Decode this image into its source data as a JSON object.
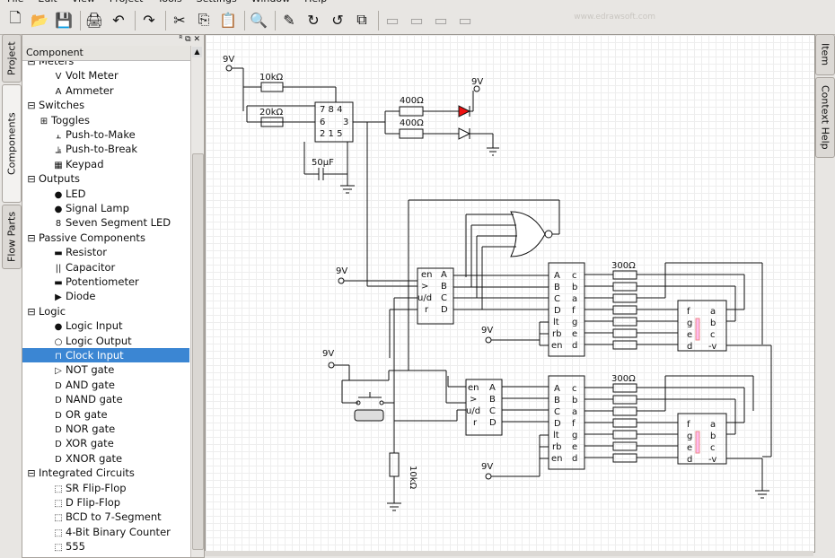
{
  "menu": [
    "File",
    "Edit",
    "View",
    "Project",
    "Tools",
    "Settings",
    "Window",
    "Help"
  ],
  "watermark": "www.edrawsoft.com",
  "toolbar": {
    "icons": [
      "new-icon",
      "open-icon",
      "save-icon",
      "print-icon",
      "undo-icon",
      "redo-icon",
      "cut-icon",
      "copy-icon",
      "paste-icon",
      "zoom-icon",
      "pencil-icon",
      "rotate-cw-icon",
      "rotate-ccw-icon",
      "resize-icon",
      "disabled-a-icon",
      "disabled-b-icon",
      "disabled-c-icon",
      "disabled-d-icon"
    ]
  },
  "left_tabs": [
    "Project",
    "Components",
    "Flow Parts"
  ],
  "right_tabs": [
    "Item",
    "Context Help"
  ],
  "panel": {
    "title": "Component",
    "controls": "ᴿ ⧉ ✕"
  },
  "tree": [
    {
      "type": "cat",
      "label": "Meters"
    },
    {
      "type": "item",
      "label": "Volt Meter",
      "icon": "V"
    },
    {
      "type": "item",
      "label": "Ammeter",
      "icon": "A"
    },
    {
      "type": "cat",
      "label": "Switches"
    },
    {
      "type": "sub",
      "label": "Toggles"
    },
    {
      "type": "item",
      "label": "Push-to-Make",
      "icon": "⫠"
    },
    {
      "type": "item",
      "label": "Push-to-Break",
      "icon": "⫡"
    },
    {
      "type": "item",
      "label": "Keypad",
      "icon": "▦"
    },
    {
      "type": "cat",
      "label": "Outputs"
    },
    {
      "type": "item",
      "label": "LED",
      "icon": "●"
    },
    {
      "type": "item",
      "label": "Signal Lamp",
      "icon": "●"
    },
    {
      "type": "item",
      "label": "Seven Segment LED",
      "icon": "8"
    },
    {
      "type": "cat",
      "label": "Passive Components"
    },
    {
      "type": "item",
      "label": "Resistor",
      "icon": "▬"
    },
    {
      "type": "item",
      "label": "Capacitor",
      "icon": "||"
    },
    {
      "type": "item",
      "label": "Potentiometer",
      "icon": "▬"
    },
    {
      "type": "item",
      "label": "Diode",
      "icon": "▶"
    },
    {
      "type": "cat",
      "label": "Logic"
    },
    {
      "type": "item",
      "label": "Logic Input",
      "icon": "●"
    },
    {
      "type": "item",
      "label": "Logic Output",
      "icon": "○"
    },
    {
      "type": "item",
      "label": "Clock Input",
      "icon": "⊓",
      "selected": true
    },
    {
      "type": "item",
      "label": "NOT gate",
      "icon": "▷"
    },
    {
      "type": "item",
      "label": "AND gate",
      "icon": "D"
    },
    {
      "type": "item",
      "label": "NAND gate",
      "icon": "D"
    },
    {
      "type": "item",
      "label": "OR gate",
      "icon": "D"
    },
    {
      "type": "item",
      "label": "NOR gate",
      "icon": "D"
    },
    {
      "type": "item",
      "label": "XOR gate",
      "icon": "D"
    },
    {
      "type": "item",
      "label": "XNOR gate",
      "icon": "D"
    },
    {
      "type": "cat",
      "label": "Integrated Circuits"
    },
    {
      "type": "item",
      "label": "SR Flip-Flop",
      "icon": "⬚"
    },
    {
      "type": "item",
      "label": "D Flip-Flop",
      "icon": "⬚"
    },
    {
      "type": "item",
      "label": "BCD to 7-Segment",
      "icon": "⬚"
    },
    {
      "type": "item",
      "label": "4-Bit Binary Counter",
      "icon": "⬚"
    },
    {
      "type": "item",
      "label": "555",
      "icon": "⬚"
    }
  ],
  "circuit": {
    "v9": "9V",
    "r10k": "10kΩ",
    "r20k": "20kΩ",
    "r400": "400Ω",
    "cap": "50µF",
    "r300": "300Ω",
    "r10kv": "10kΩ",
    "timer_pins": [
      "7",
      "8",
      "4",
      "6",
      "3",
      "2",
      "1",
      "5"
    ],
    "counter_left": [
      "en",
      ">",
      "u/d",
      "r"
    ],
    "counter_right": [
      "A",
      "B",
      "C",
      "D"
    ],
    "decoder_left": [
      "A",
      "B",
      "C",
      "D",
      "lt",
      "rb",
      "en"
    ],
    "decoder_right": [
      "c",
      "b",
      "a",
      "f",
      "g",
      "e",
      "d"
    ],
    "display_left": [
      "f",
      "g",
      "e",
      "d"
    ],
    "display_right": [
      "a",
      "b",
      "c",
      "-v"
    ]
  }
}
